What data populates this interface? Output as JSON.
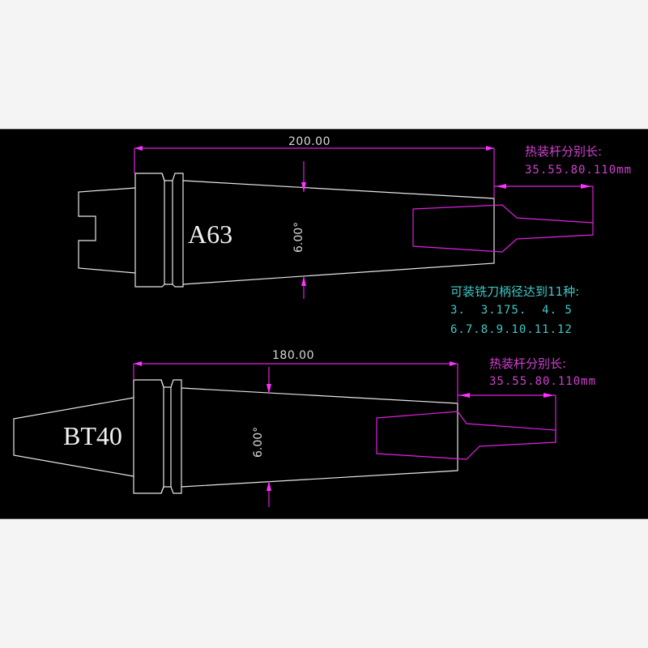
{
  "colors": {
    "background": "#000000",
    "outline": "#e6e6e6",
    "dimension": "#e020e0",
    "note_magenta": "#d040d0",
    "note_cyan": "#40c8c8",
    "page": "#f4f4f4"
  },
  "top_holder": {
    "model": "A63",
    "length_dim": "200.00",
    "taper_angle": "6.00°",
    "shank_note": {
      "title": "热装杆分别长:",
      "values": "35.55.80.110mm"
    }
  },
  "bottom_holder": {
    "model": "BT40",
    "length_dim": "180.00",
    "taper_angle": "6.00°",
    "shank_note": {
      "title": "热装杆分别长:",
      "values": "35.55.80.110mm"
    }
  },
  "diameter_note": {
    "title": "可装铣刀柄径达到11种:",
    "line1": "3.  3.175.  4. 5",
    "line2": "6.7.8.9.10.11.12"
  }
}
